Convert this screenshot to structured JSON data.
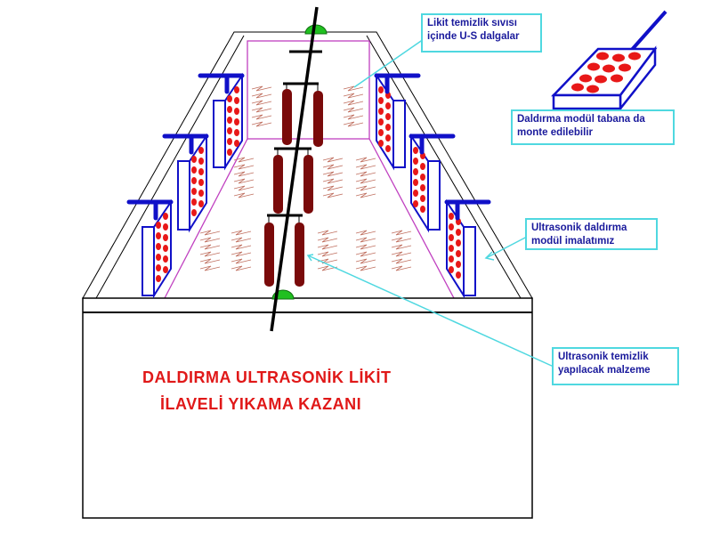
{
  "title": {
    "line1": "DALDIRMA ULTRASONİK LİKİT",
    "line2": "İLAVELİ YIKAMA KAZANI"
  },
  "callouts": {
    "liquid": {
      "line1": "Likit temizlik sıvısı",
      "line2": "içinde U-S dalgalar"
    },
    "tray": {
      "line1": "Daldırma modül tabana da",
      "line2": "monte edilebilir"
    },
    "module": {
      "line1": "Ultrasonik daldırma",
      "line2": "modül imalatımız"
    },
    "material": {
      "line1": "Ultrasonik temizlik",
      "line2": "yapılacak malzeme"
    }
  },
  "colors": {
    "module_blue": "#1010c8",
    "dot_red": "#e81818",
    "sausage": "#7a0a0a",
    "tank_inner": "#c040c0",
    "callout_border": "#4fd8e0",
    "callout_text": "#1a1a9c",
    "title_red": "#e01818",
    "support_green": "#20c020"
  }
}
